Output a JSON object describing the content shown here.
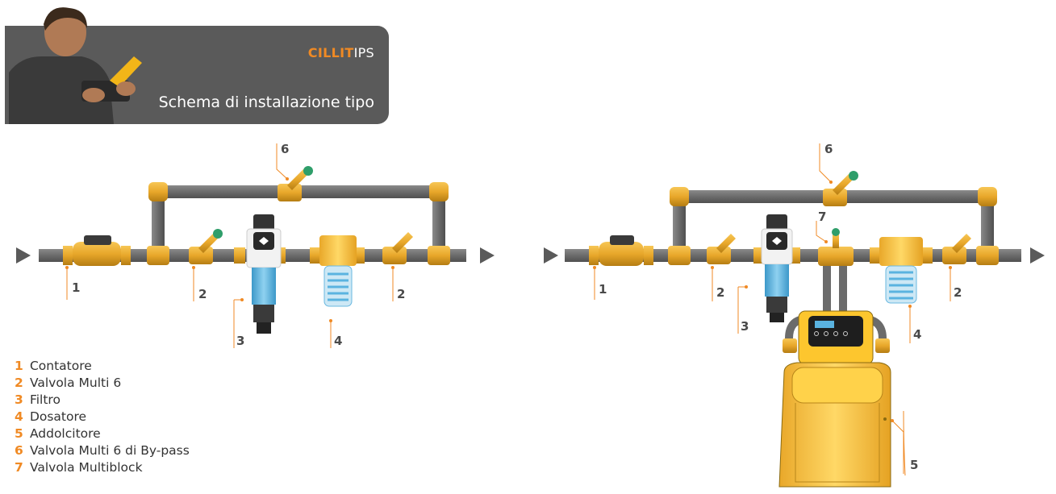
{
  "header": {
    "brand_prefix": "CILLIT",
    "brand_suffix": "IPS",
    "subtitle": "Schema di installazione tipo"
  },
  "legend": {
    "items": [
      {
        "num": "1",
        "label": "Contatore"
      },
      {
        "num": "2",
        "label": "Valvola Multi 6"
      },
      {
        "num": "3",
        "label": "Filtro"
      },
      {
        "num": "4",
        "label": "Dosatore"
      },
      {
        "num": "5",
        "label": "Addolcitore"
      },
      {
        "num": "6",
        "label": "Valvola Multi 6 di By-pass"
      },
      {
        "num": "7",
        "label": "Valvola Multiblock"
      }
    ]
  },
  "diagram_left": {
    "callouts": [
      "6",
      "1",
      "2",
      "3",
      "4",
      "2"
    ]
  },
  "diagram_right": {
    "callouts": [
      "6",
      "7",
      "1",
      "2",
      "3",
      "4",
      "2",
      "5"
    ]
  },
  "colors": {
    "accent": "#f08a24",
    "pipe": "#6b6b6b",
    "brass": "#e8a72a",
    "banner": "#5a5a5a",
    "filter_blue": "#5ab3e0",
    "valve_green": "#2f9e6a"
  }
}
